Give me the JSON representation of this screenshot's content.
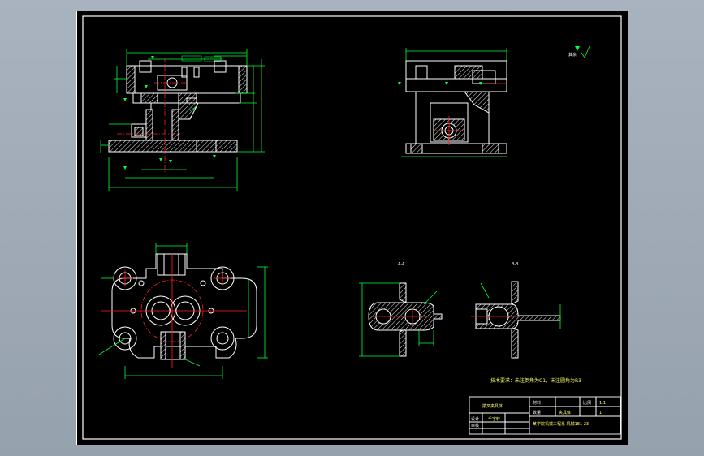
{
  "section_labels": {
    "a_a": "A-A",
    "b_b": "B-B"
  },
  "roughness_symbol": "其余",
  "technical_requirement": "技术要求：未注倒角为C1，未注圆角为R3",
  "title_block": {
    "part_name": "拨叉夹具体",
    "designer_label": "设计",
    "designer": "千宇轩",
    "checker_label": "审核",
    "material_label": "材料",
    "scale_label": "比例",
    "scale": "1:1",
    "quantity_label": "数量",
    "quantity": "1",
    "drawing_no": "夹具体",
    "school": "某学院机械工程系 机械181 23"
  },
  "colors": {
    "line": "#00ff3a",
    "outline": "#ffffff",
    "center": "#ff2020",
    "text": "#ffff66",
    "background": "#000000",
    "desktop": "#a1abb7"
  }
}
